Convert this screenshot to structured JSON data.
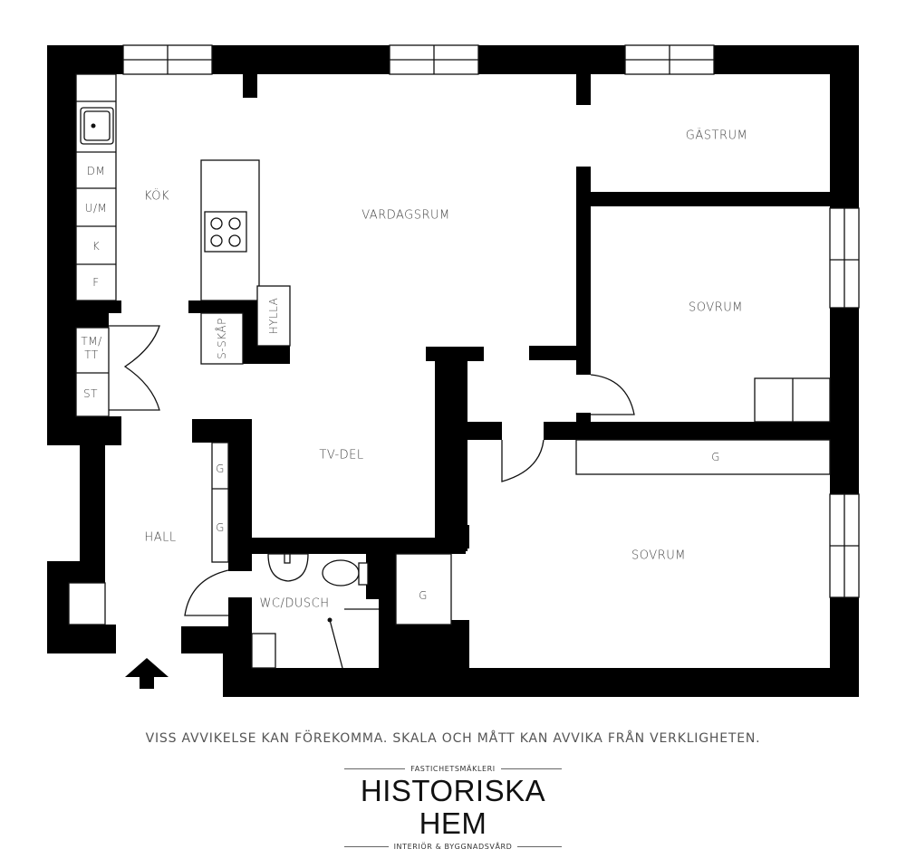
{
  "floorplan": {
    "rooms": {
      "kitchen": "KÖK",
      "living_room": "VARDAGSRUM",
      "guest_room": "GÄSTRUM",
      "bedroom_1": "SOVRUM",
      "bedroom_2": "SOVRUM",
      "tv_area": "TV-DEL",
      "hall": "HALL",
      "bathroom": "WC/DUSCH"
    },
    "fixtures": {
      "dishwasher": "DM",
      "microwave_oven": "U/M",
      "fridge": "K",
      "freezer": "F",
      "dryer_washer": "TM/\nTT",
      "cleaning_closet": "ST",
      "closet_s": "S-SKÅP",
      "shelf": "HYLLA",
      "wardrobe_hall_1": "G",
      "wardrobe_hall_2": "G",
      "wardrobe_bedroom_top": "G",
      "wardrobe_bedroom_left": "G"
    },
    "entrance_icon": "arrow-up-icon"
  },
  "footer": {
    "disclaimer": "VISS AVVIKELSE KAN FÖREKOMMA. SKALA OCH MÅTT KAN AVVIKA FRÅN VERKLIGHETEN.",
    "logo": {
      "top": "FASTICHETSMÄKLERI",
      "main": "HISTORISKA HEM",
      "bottom": "INTERIÖR & BYGGNADSVÅRD"
    }
  },
  "colors": {
    "wall": "#000000",
    "background": "#ffffff",
    "text": "#444444"
  }
}
